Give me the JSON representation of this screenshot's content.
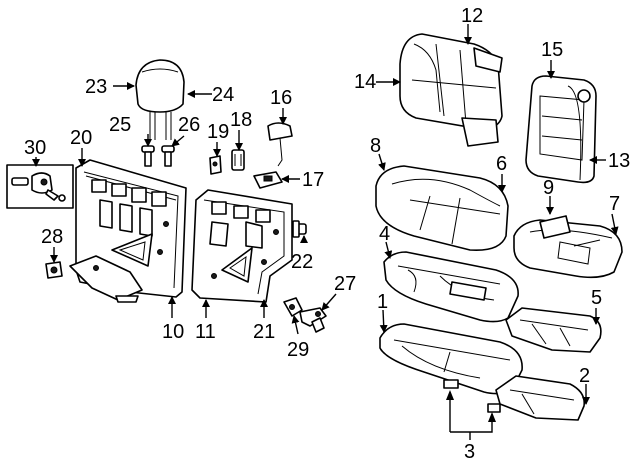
{
  "callouts": {
    "c1": "1",
    "c2": "2",
    "c3": "3",
    "c4": "4",
    "c5": "5",
    "c6": "6",
    "c7": "7",
    "c8": "8",
    "c9": "9",
    "c10": "10",
    "c11": "11",
    "c12": "12",
    "c13": "13",
    "c14": "14",
    "c15": "15",
    "c16": "16",
    "c17": "17",
    "c18": "18",
    "c19": "19",
    "c20": "20",
    "c21": "21",
    "c22": "22",
    "c23": "23",
    "c24": "24",
    "c25": "25",
    "c26": "26",
    "c27": "27",
    "c28": "28",
    "c29": "29",
    "c30": "30"
  },
  "colors": {
    "line": "#000000",
    "background": "#ffffff"
  }
}
